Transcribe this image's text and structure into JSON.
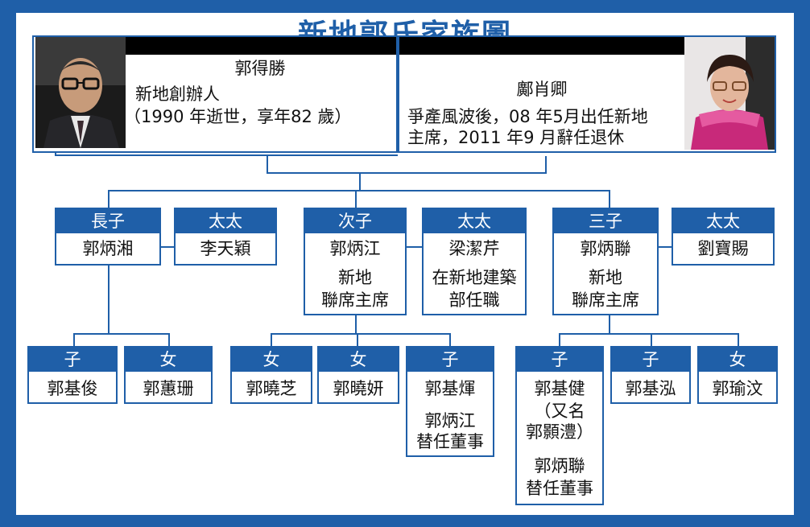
{
  "title": "新地郭氏家族圖",
  "founder": {
    "name": "郭得勝",
    "line1": "新地創辦人",
    "line2": "（1990 年逝世，享年82 歲）"
  },
  "chair": {
    "name": "鄺肖卿",
    "line1": "爭產風波後，08 年5月出任新地",
    "line2": "主席，2011 年9 月辭任退休"
  },
  "gen2": [
    {
      "role": "長子",
      "name": "郭炳湘",
      "extra": []
    },
    {
      "role": "太太",
      "name": "李天穎",
      "extra": []
    },
    {
      "role": "次子",
      "name": "郭炳江",
      "extra": [
        "新地",
        "聯席主席"
      ]
    },
    {
      "role": "太太",
      "name": "梁潔芹",
      "extra": [
        "在新地建築",
        "部任職"
      ]
    },
    {
      "role": "三子",
      "name": "郭炳聯",
      "extra": [
        "新地",
        "聯席主席"
      ]
    },
    {
      "role": "太太",
      "name": "劉寶賜",
      "extra": []
    }
  ],
  "gen3": [
    {
      "role": "子",
      "name": "郭基俊",
      "extra": []
    },
    {
      "role": "女",
      "name": "郭蕙珊",
      "extra": []
    },
    {
      "role": "女",
      "name": "郭曉芝",
      "extra": []
    },
    {
      "role": "女",
      "name": "郭曉妍",
      "extra": []
    },
    {
      "role": "子",
      "name": "郭基煇",
      "extra": [
        "",
        "郭炳江",
        "替任董事"
      ]
    },
    {
      "role": "子",
      "name": "郭基健",
      "extra": [
        "（又名",
        "郭顥澧）",
        "",
        "郭炳聯",
        "替任董事"
      ]
    },
    {
      "role": "子",
      "name": "郭基泓",
      "extra": []
    },
    {
      "role": "女",
      "name": "郭瑜汶",
      "extra": []
    }
  ],
  "colors": {
    "frame": "#1f5fa8",
    "header_text": "#ffffff",
    "body_text": "#111111",
    "bar": "#000000"
  }
}
